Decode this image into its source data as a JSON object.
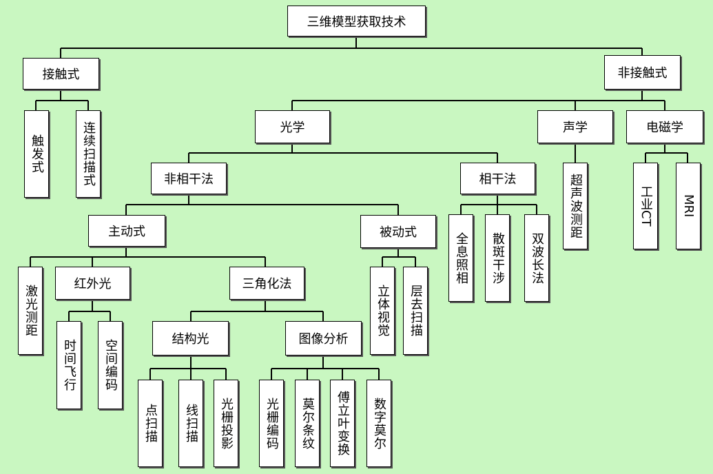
{
  "nodes": {
    "root": "三维模型获取技术",
    "contact": "接触式",
    "noncontact": "非接触式",
    "trigger": "触发式",
    "continuous_scan": "连续扫描式",
    "optics": "光学",
    "acoustics": "声学",
    "electromagnetics": "电磁学",
    "incoherent": "非相干法",
    "coherent": "相干法",
    "ultrasonic": "超声波测距",
    "industrial_ct": "工业CT",
    "mri": "MRI",
    "active": "主动式",
    "passive": "被动式",
    "holography": "全息照相",
    "speckle_interference": "散斑干涉",
    "dual_wavelength": "双波长法",
    "laser_ranging": "激光测距",
    "infrared": "红外光",
    "triangulation": "三角化法",
    "stereo_vision": "立体视觉",
    "layer_scan": "层去扫描",
    "time_of_flight": "时间飞行",
    "spatial_coding": "空间编码",
    "structured_light": "结构光",
    "image_analysis": "图像分析",
    "point_scan": "点扫描",
    "line_scan": "线扫描",
    "grating_projection": "光栅投影",
    "grating_coding": "光栅编码",
    "moire_fringe": "莫尔条纹",
    "fourier": "傅立叶变换",
    "digital_moire": "数字莫尔"
  }
}
